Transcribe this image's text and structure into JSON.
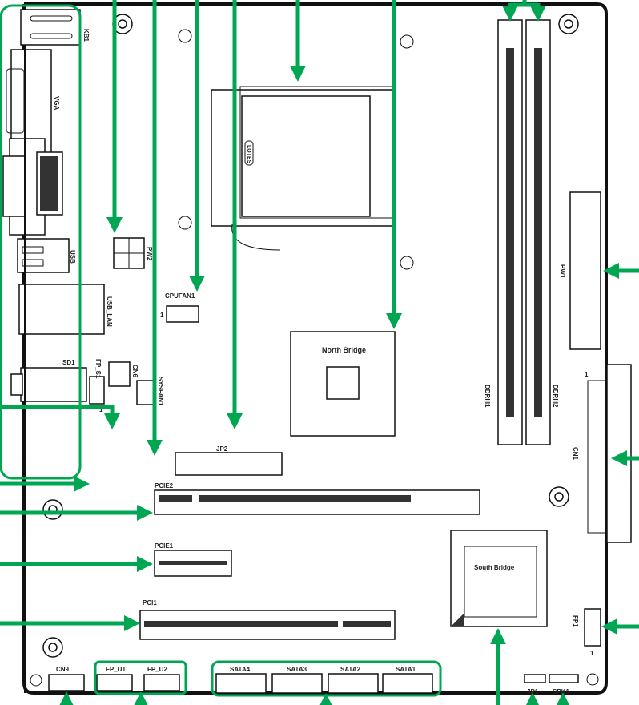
{
  "labels": {
    "kb1": "KB1",
    "vga": "VGA",
    "usb": "USB",
    "usb_lan": "USB_LAN",
    "sd1": "SD1",
    "fp_s1": "FP_S1",
    "cn6": "CN6",
    "sysfan1": "SYSFAN1",
    "pw2": "PW2",
    "cpufan1": "CPUFAN1",
    "jp2": "JP2",
    "lotes": "LOTES",
    "north_bridge": "North Bridge",
    "ddr1": "DDRIII1",
    "ddr2": "DDRIII2",
    "pw1": "PW1",
    "cn1": "CN1",
    "pcie2": "PCIE2",
    "pcie1": "PCIE1",
    "pci1": "PCI1",
    "south_bridge": "South Bridge",
    "fp1": "FP1",
    "cn9": "CN9",
    "fp_u1": "FP_U1",
    "fp_u2": "FP_U2",
    "sata4": "SATA4",
    "sata3": "SATA3",
    "sata2": "SATA2",
    "sata1": "SATA1",
    "jp1": "JP1",
    "spk1": "SPK1",
    "pin1": "1"
  },
  "colors": {
    "highlight": "#00a651",
    "outline": "#111111"
  }
}
